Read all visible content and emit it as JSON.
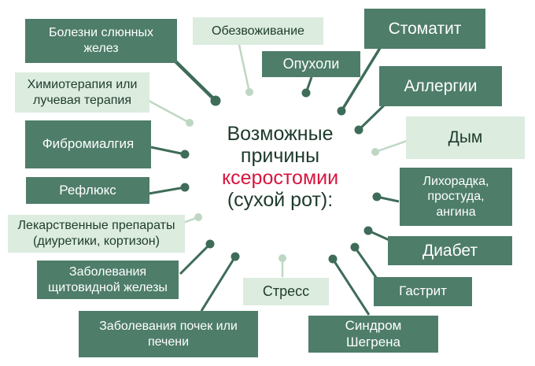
{
  "title": {
    "line1": "Возможные",
    "line2": "причины",
    "line3": "ксеростомии",
    "line4": "(сухой рот):",
    "accent_color": "#d6163e",
    "text_color": "#1d3a2b"
  },
  "colors": {
    "background": "#ffffff",
    "dark_box": "#4e7d6a",
    "dark_box_text": "#ffffff",
    "light_box": "#dcecdf",
    "light_box_text": "#1e3c2c",
    "dark_connector": "#3e6c58",
    "light_connector": "#bed7c4"
  },
  "causes": [
    {
      "id": "salivary-gland-diseases",
      "label": "Болезни слюнных\nжелез",
      "variant": "dark"
    },
    {
      "id": "dehydration",
      "label": "Обезвоживание",
      "variant": "light"
    },
    {
      "id": "stomatitis",
      "label": "Стоматит",
      "variant": "dark"
    },
    {
      "id": "tumors",
      "label": "Опухоли",
      "variant": "dark"
    },
    {
      "id": "allergies",
      "label": "Аллергии",
      "variant": "dark"
    },
    {
      "id": "chemo-radiation-therapy",
      "label": "Химиотерапия или\nлучевая терапия",
      "variant": "light"
    },
    {
      "id": "fibromyalgia",
      "label": "Фибромиалгия",
      "variant": "dark"
    },
    {
      "id": "smoke",
      "label": "Дым",
      "variant": "light"
    },
    {
      "id": "reflux",
      "label": "Рефлюкс",
      "variant": "dark"
    },
    {
      "id": "fever-cold-angina",
      "label": "Лихорадка,\nпростуда,\nангина",
      "variant": "dark"
    },
    {
      "id": "medications",
      "label": "Лекарственные препараты\n(диуретики, кортизон)",
      "variant": "light"
    },
    {
      "id": "diabetes",
      "label": "Диабет",
      "variant": "dark"
    },
    {
      "id": "thyroid-diseases",
      "label": "Заболевания\nщитовидной железы",
      "variant": "dark"
    },
    {
      "id": "gastritis",
      "label": "Гастрит",
      "variant": "dark"
    },
    {
      "id": "stress",
      "label": "Стресс",
      "variant": "light"
    },
    {
      "id": "kidney-liver-diseases",
      "label": "Заболевания почек или\nпечени",
      "variant": "dark"
    },
    {
      "id": "sjogren-syndrome",
      "label": "Синдром\nШегрена",
      "variant": "dark"
    }
  ]
}
